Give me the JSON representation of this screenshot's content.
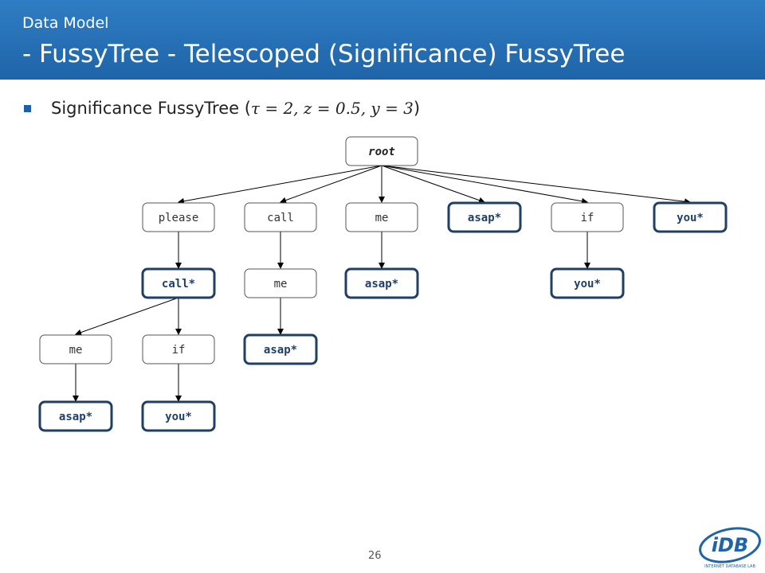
{
  "header": {
    "subtitle": "Data Model",
    "title": "- FussyTree - Telescoped (Significance) FussyTree"
  },
  "bullet": {
    "text": "Significance FussyTree (",
    "params": "τ = 2, z = 0.5, y = 3",
    "close": ")"
  },
  "tree": {
    "nodes": [
      {
        "id": "root",
        "label": "root",
        "style": "root"
      },
      {
        "id": "please",
        "label": "please",
        "style": "plain"
      },
      {
        "id": "call",
        "label": "call",
        "style": "plain"
      },
      {
        "id": "me1",
        "label": "me",
        "style": "plain"
      },
      {
        "id": "asap1",
        "label": "asap*",
        "style": "sig"
      },
      {
        "id": "if1",
        "label": "if",
        "style": "plain"
      },
      {
        "id": "you1",
        "label": "you*",
        "style": "sig"
      },
      {
        "id": "callstar",
        "label": "call*",
        "style": "sig"
      },
      {
        "id": "me2",
        "label": "me",
        "style": "plain"
      },
      {
        "id": "asap2",
        "label": "asap*",
        "style": "sig"
      },
      {
        "id": "you2",
        "label": "you*",
        "style": "sig"
      },
      {
        "id": "me3",
        "label": "me",
        "style": "plain"
      },
      {
        "id": "if2",
        "label": "if",
        "style": "plain"
      },
      {
        "id": "asap3",
        "label": "asap*",
        "style": "sig"
      },
      {
        "id": "asap4",
        "label": "asap*",
        "style": "sig"
      },
      {
        "id": "you3",
        "label": "you*",
        "style": "sig"
      }
    ],
    "edges": [
      [
        "root",
        "please"
      ],
      [
        "root",
        "call"
      ],
      [
        "root",
        "me1"
      ],
      [
        "root",
        "asap1"
      ],
      [
        "root",
        "if1"
      ],
      [
        "root",
        "you1"
      ],
      [
        "please",
        "callstar"
      ],
      [
        "call",
        "me2"
      ],
      [
        "me1",
        "asap2"
      ],
      [
        "if1",
        "you2"
      ],
      [
        "callstar",
        "me3"
      ],
      [
        "callstar",
        "if2"
      ],
      [
        "me2",
        "asap3"
      ],
      [
        "me3",
        "asap4"
      ],
      [
        "if2",
        "you3"
      ]
    ]
  },
  "page_number": "26",
  "logo": {
    "text": "iDB",
    "caption": "INTERNET DATABASE LAB",
    "color": "#1f64a8"
  },
  "colors": {
    "header": "#1f64a8",
    "sig_border": "#1f3f66",
    "sig_text": "#1f3f66",
    "plain_border": "#555555"
  }
}
